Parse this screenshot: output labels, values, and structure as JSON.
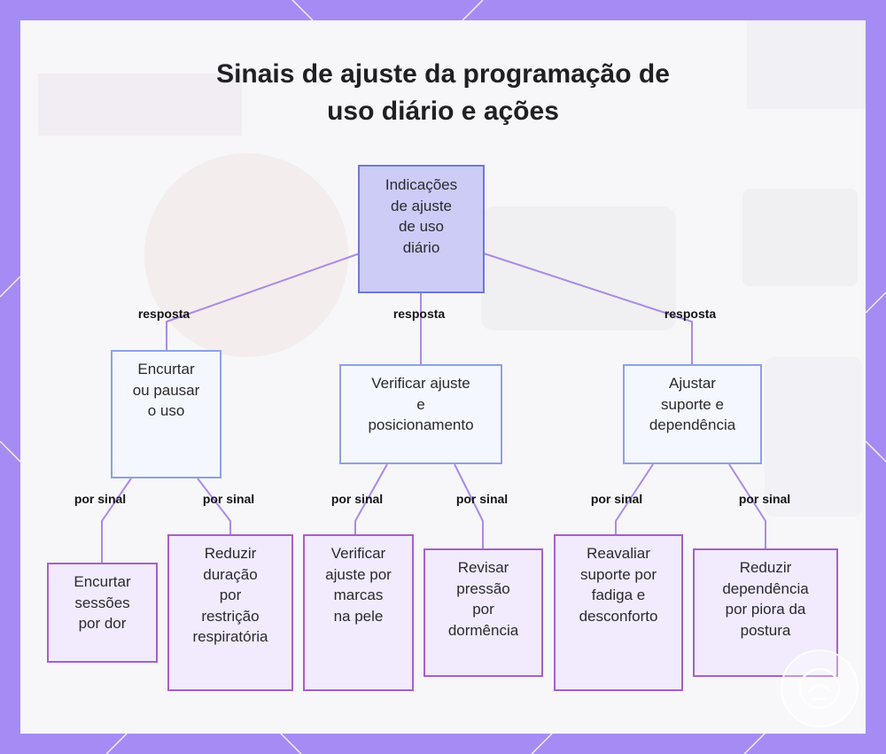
{
  "title": {
    "line1": "Sinais de ajuste da programação de",
    "line2": "uso diário e ações"
  },
  "root": {
    "lines": [
      "Indicações",
      "de ajuste",
      "de uso",
      "diário"
    ]
  },
  "branches": [
    {
      "edge_label": "resposta",
      "lines": [
        "Encurtar",
        "ou pausar",
        "o uso"
      ]
    },
    {
      "edge_label": "resposta",
      "lines": [
        "Verificar ajuste",
        "e",
        "posicionamento"
      ]
    },
    {
      "edge_label": "resposta",
      "lines": [
        "Ajustar",
        "suporte e",
        "dependência"
      ]
    }
  ],
  "leaves": [
    {
      "edge_label": "por sinal",
      "lines": [
        "Encurtar",
        "sessões",
        "por dor"
      ]
    },
    {
      "edge_label": "por sinal",
      "lines": [
        "Reduzir",
        "duração",
        "por",
        "restrição",
        "respiratória"
      ]
    },
    {
      "edge_label": "por sinal",
      "lines": [
        "Verificar",
        "ajuste por",
        "marcas",
        "na pele"
      ]
    },
    {
      "edge_label": "por sinal",
      "lines": [
        "Revisar",
        "pressão",
        "por",
        "dormência"
      ]
    },
    {
      "edge_label": "por sinal",
      "lines": [
        "Reavaliar",
        "suporte por",
        "fadiga e",
        "desconforto"
      ]
    },
    {
      "edge_label": "por sinal",
      "lines": [
        "Reduzir",
        "dependência",
        "por piora da",
        "postura"
      ]
    }
  ],
  "colors": {
    "background": "#a48cf4",
    "panel": "#f7f6f9",
    "root_fill": "#ccccf7",
    "root_border": "#6f79d6",
    "branch_fill": "#f5f7fe",
    "branch_border": "#8ea0e6",
    "leaf_fill": "#f1ebfd",
    "leaf_border": "#a85fc7",
    "edge": "#a98be6"
  },
  "icons": [
    "logo-badge-icon"
  ]
}
